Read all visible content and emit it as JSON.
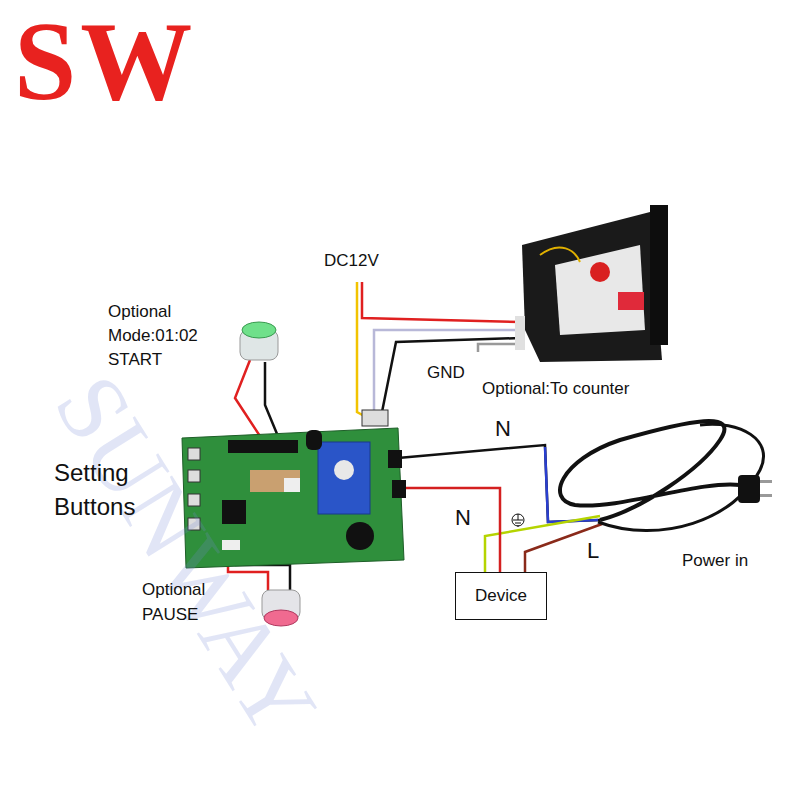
{
  "diagram": {
    "nodes": [
      {
        "text": [
          "Device"
        ]
      }
    ],
    "edges": [],
    "labels": [
      "SW",
      "SUNWAY",
      "Optional Mode:01:02 START",
      "DC12V",
      "GND",
      "Optional:To counter",
      "Setting Buttons",
      "N",
      "N",
      "L",
      "Optional PAUSE",
      "Power in"
    ]
  }
}
